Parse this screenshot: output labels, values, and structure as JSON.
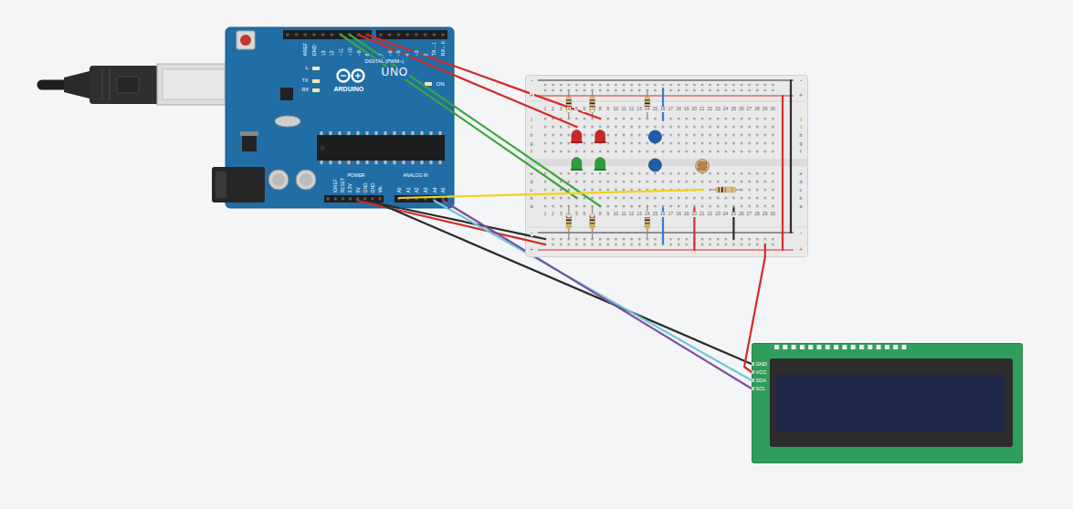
{
  "diagram": {
    "nodes": [
      {
        "text": [
          "AREF",
          "GND",
          "13",
          "12",
          "~11",
          "~10",
          "~9",
          "8",
          "7",
          "~6",
          "~5",
          "4",
          "~3",
          "2",
          "TX→1",
          "RX←0",
          "DIGITAL (PWM~)",
          "L",
          "TX",
          "RX",
          "ARDUINO",
          "UNO",
          "ON",
          "IOREF",
          "RESET",
          "3.3V",
          "5V",
          "GND",
          "GND",
          "Vin",
          "POWER",
          "ANALOG IN",
          "A0",
          "A1",
          "A2",
          "A3",
          "A4",
          "A5"
        ]
      },
      {
        "text": [
          "-",
          "-",
          "+",
          "+",
          "1",
          "2",
          "3",
          "4",
          "5",
          "6",
          "7",
          "8",
          "9",
          "10",
          "11",
          "12",
          "13",
          "14",
          "15",
          "16",
          "17",
          "18",
          "19",
          "20",
          "21",
          "22",
          "23",
          "24",
          "25",
          "26",
          "27",
          "28",
          "29",
          "30",
          "j",
          "j",
          "i",
          "i",
          "h",
          "h",
          "g",
          "g",
          "f",
          "f",
          "e",
          "e",
          "d",
          "d",
          "c",
          "c",
          "b",
          "b",
          "a",
          "a",
          "1",
          "2",
          "3",
          "4",
          "5",
          "6",
          "7",
          "8",
          "9",
          "10",
          "11",
          "12",
          "13",
          "14",
          "15",
          "16",
          "17",
          "18",
          "19",
          "20",
          "21",
          "22",
          "23",
          "24",
          "25",
          "26",
          "27",
          "28",
          "29",
          "30",
          "-",
          "-",
          "+",
          "+"
        ]
      },
      {
        "text": [
          "GND",
          "VCC",
          "SDA",
          "SCL"
        ]
      }
    ],
    "edges": [
      {
        "from": 0,
        "to": 1,
        "arrow": "none"
      },
      {
        "from": 0,
        "to": 1,
        "arrow": "none"
      },
      {
        "from": 0,
        "to": 1,
        "arrow": "none"
      },
      {
        "from": 0,
        "to": 1,
        "arrow": "none"
      },
      {
        "from": 0,
        "to": 1,
        "arrow": "none"
      },
      {
        "from": 0,
        "to": 1,
        "arrow": "none"
      },
      {
        "from": 0,
        "to": 1,
        "arrow": "none"
      },
      {
        "from": 0,
        "to": 2,
        "arrow": "none"
      },
      {
        "from": 0,
        "to": 2,
        "arrow": "none"
      },
      {
        "from": 0,
        "to": 2,
        "arrow": "none"
      },
      {
        "from": 1,
        "to": 2,
        "arrow": "none"
      }
    ]
  }
}
